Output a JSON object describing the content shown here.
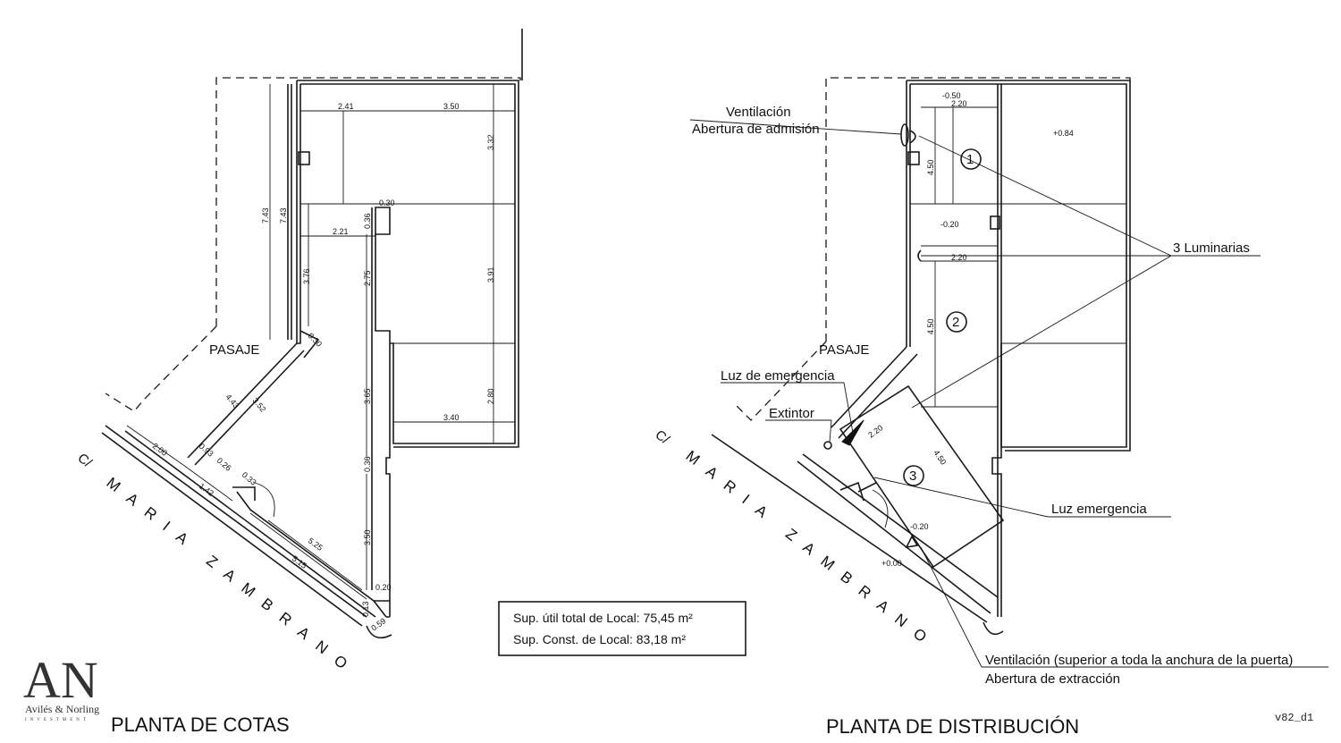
{
  "left_plan": {
    "title": "PLANTA DE COTAS",
    "pasaje": "PASAJE",
    "street_prefix": "C/",
    "street_name": "MARIA ZAMBRANO",
    "dims": [
      "2.41",
      "3.50",
      "3.32",
      "7.43",
      "7.43",
      "0.30",
      "0.36",
      "2.21",
      "3.76",
      "2.75",
      "3.91",
      "0.30",
      "4.43",
      "3.52",
      "3.65",
      "2.80",
      "3.40",
      "2.00",
      "0.93",
      "0.26",
      "0.33",
      "1.42",
      "0.36",
      "5.25",
      "5.15",
      "3.50",
      "0.20",
      "0.13",
      "0.59"
    ]
  },
  "right_plan": {
    "title": "PLANTA DE DISTRIBUCIÓN",
    "pasaje": "PASAJE",
    "street_prefix": "C/",
    "street_name": "MARIA ZAMBRANO",
    "dims": [
      "-0.50",
      "2.20",
      "+0.84",
      "4.50",
      "-0.20",
      "2.20",
      "4.50",
      "2.20",
      "4.50",
      "-0.20",
      "+0.00"
    ],
    "markers": [
      "1",
      "2",
      "3"
    ],
    "labels": {
      "vent_top_1": "Ventilación",
      "vent_top_2": "Abertura de admisión",
      "luminarias": "3 Luminarias",
      "luz_emergencia_1": "Luz de emergencia",
      "extintor": "Extintor",
      "luz_emergencia_2": "Luz emergencia",
      "vent_bottom_1": "Ventilación (superior a toda la anchura de la puerta)",
      "vent_bottom_2": "Abertura de extracción"
    }
  },
  "surface_box": {
    "line1": "Sup. útil total de Local: 75,45 m²",
    "line2": "Sup. Const. de Local: 83,18 m²"
  },
  "logo": {
    "letters": "AN",
    "name": "Avilés & Norling",
    "tagline": "INVESTMENT"
  },
  "version": "v82_d1"
}
